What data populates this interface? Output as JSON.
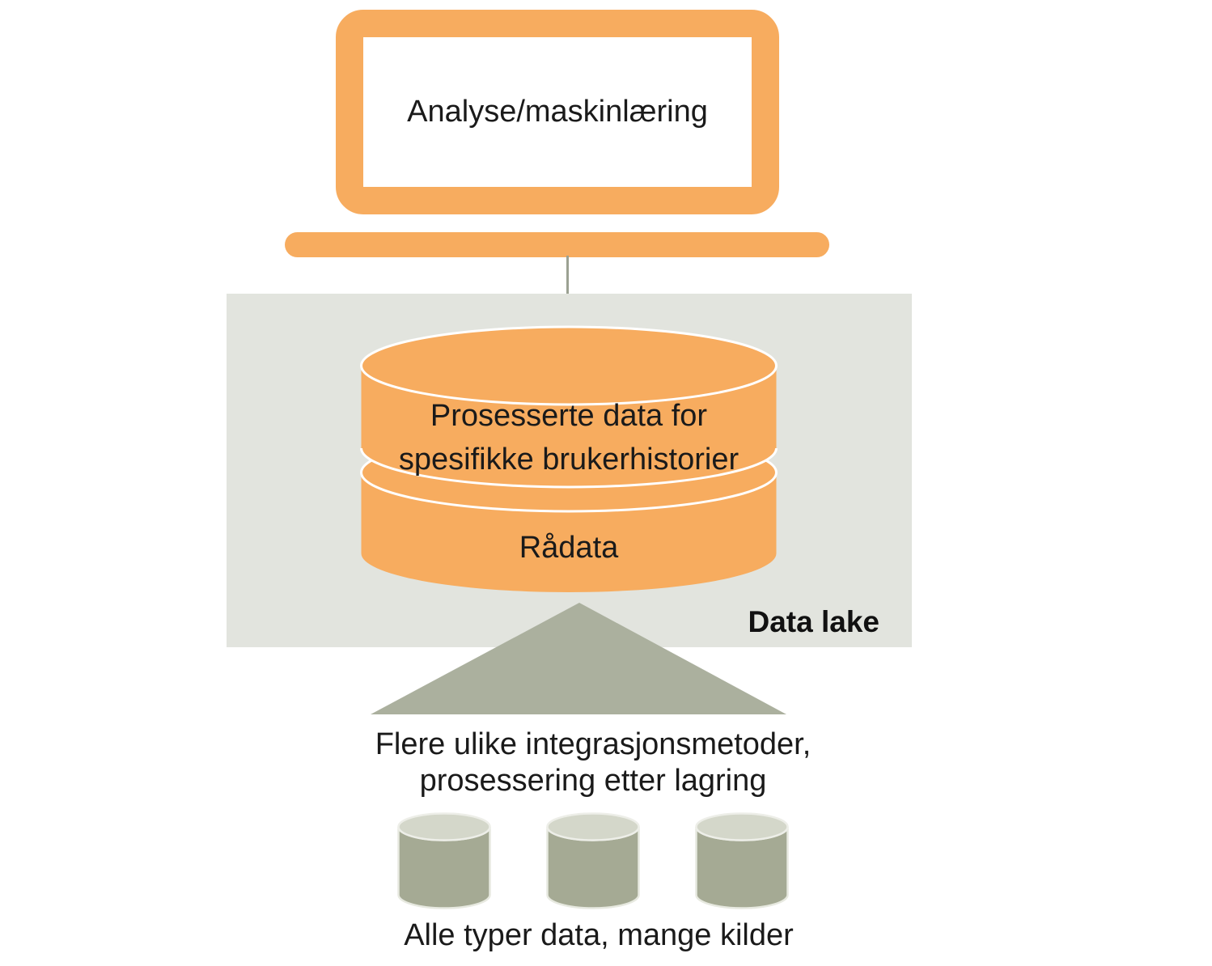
{
  "laptop": {
    "label": "Analyse/maskinlæring"
  },
  "data_lake": {
    "label": "Data lake",
    "processed_label_line1": "Prosesserte data for",
    "processed_label_line2": "spesifikke brukerhistorier",
    "raw_label": "Rådata"
  },
  "integration": {
    "line1": "Flere ulike integrasjonsmetoder,",
    "line2": "prosessering etter lagring"
  },
  "sources": {
    "label": "Alle typer data, mange kilder",
    "count": 3
  },
  "colors": {
    "accent_orange": "#F7AC5F",
    "lake_background": "#E2E4DE",
    "funnel_olive": "#ABB09E",
    "source_cylinder_body": "#A5AA94",
    "source_cylinder_top": "#D4D7CA",
    "connector_line": "#9BA192",
    "text": "#1A1A1A"
  },
  "icons": {
    "laptop": "laptop-icon",
    "database": "database-cylinder-icon",
    "funnel": "funnel-triangle-icon",
    "source_database": "source-database-icon"
  }
}
